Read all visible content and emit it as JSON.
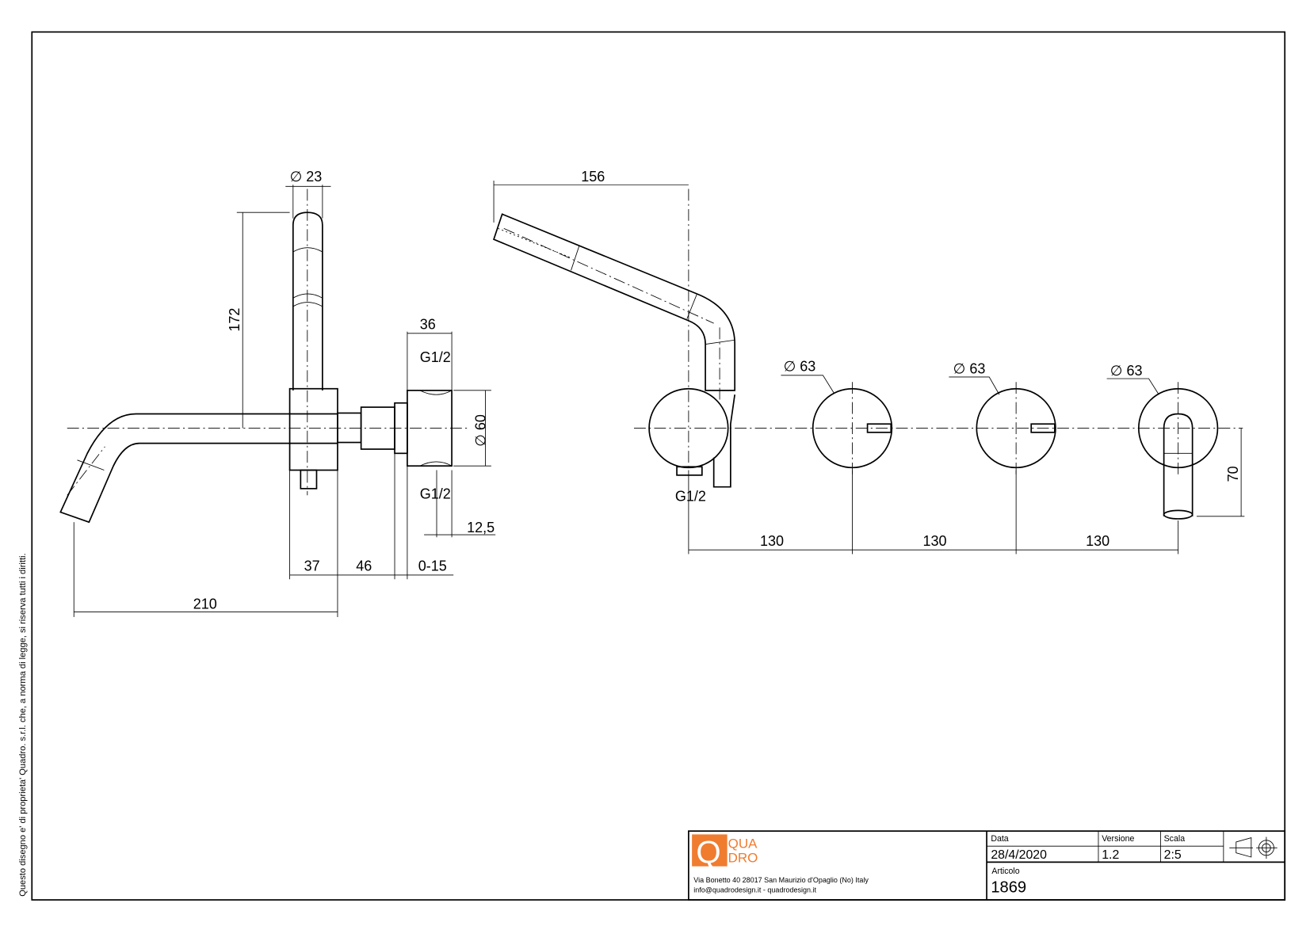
{
  "side_note": "Questo disegno e' di proprieta' Quadro. s.r.l. che, a norma di legge, si riserva tutti i diritti.",
  "side_view": {
    "dim_diam_23": "∅ 23",
    "dim_172": "172",
    "dim_36": "36",
    "dim_g12_top": "G1/2",
    "dim_diam_60": "∅ 60",
    "dim_g12_bottom": "G1/2",
    "dim_12_5": "12,5",
    "dim_37": "37",
    "dim_46": "46",
    "dim_0_15": "0-15",
    "dim_210": "210"
  },
  "front_view": {
    "dim_156": "156",
    "dim_g12": "G1/2",
    "dim_diam_63_1": "∅ 63",
    "dim_diam_63_2": "∅ 63",
    "dim_diam_63_3": "∅ 63",
    "dim_130_1": "130",
    "dim_130_2": "130",
    "dim_130_3": "130",
    "dim_70": "70"
  },
  "title_block": {
    "logo_line1": "QUA",
    "logo_line2": "DRO",
    "logo_letter": "Q",
    "logo_color": "#f07c30",
    "address": "Via Bonetto 40  28017 San Maurizio d'Opaglio (No) Italy",
    "contacts": "info@quadrodesign.it  -  quadrodesign.it",
    "data_label": "Data",
    "data_value": "28/4/2020",
    "versione_label": "Versione",
    "versione_value": "1.2",
    "scala_label": "Scala",
    "scala_value": "2:5",
    "articolo_label": "Articolo",
    "articolo_value": "1869",
    "projection_icon": "first-angle-projection-icon"
  }
}
